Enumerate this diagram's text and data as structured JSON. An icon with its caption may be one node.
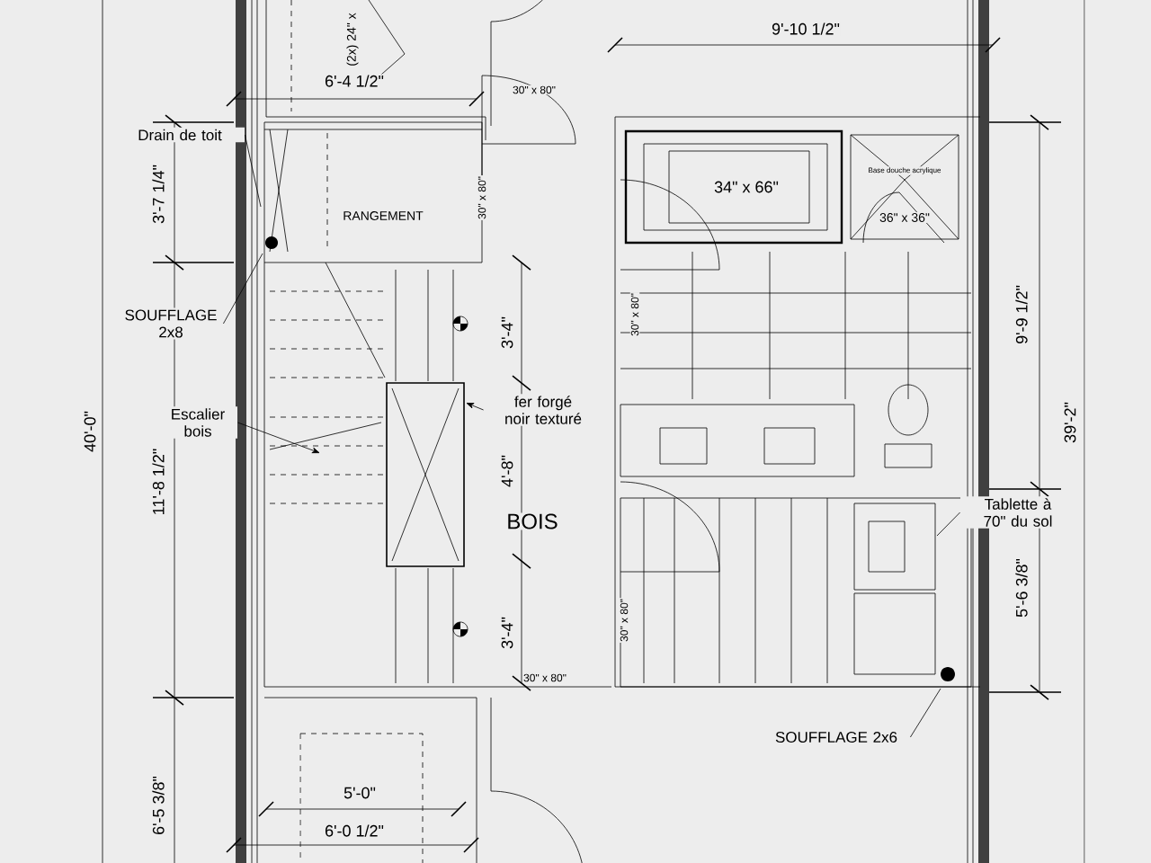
{
  "diagram": {
    "nodes": [
      {
        "text": [
          "Drain de toit"
        ]
      },
      {
        "text": [
          "SOUFFLAGE 2x8"
        ]
      },
      {
        "text": [
          "Escalier bois"
        ]
      },
      {
        "text": [
          "fer forgé noir texturé"
        ]
      },
      {
        "text": [
          "Tablette à 70\" du sol"
        ]
      },
      {
        "text": [
          "SOUFFLAGE 2x6"
        ]
      }
    ],
    "edges": [
      {
        "from": 0,
        "to": null,
        "arrow": "none"
      },
      {
        "from": 1,
        "to": null,
        "arrow": "none"
      },
      {
        "from": 2,
        "to": null,
        "arrow": "to"
      },
      {
        "from": 3,
        "to": null,
        "arrow": "to"
      },
      {
        "from": 4,
        "to": null,
        "arrow": "none"
      },
      {
        "from": 5,
        "to": null,
        "arrow": "none"
      }
    ],
    "labels": [
      "(2x) 24\" x",
      "9'-10 1/2\"",
      "6'-4 1/2\"",
      "30\" x 80\"",
      "3'-7 1/4\"",
      "RANGEMENT",
      "30\" x 80\"",
      "34\" x 66\"",
      "Base douche acrylique",
      "36\" x 36\"",
      "30\" x 80\"",
      "3'-4\"",
      "9'-9 1/2\"",
      "40'-0\"",
      "39'-2\"",
      "11'-8 1/2\"",
      "4'-8\"",
      "BOIS",
      "5'-6 3/8\"",
      "3'-4\"",
      "30\" x 80\"",
      "30\" x 80\"",
      "5'-0\"",
      "6'-0 1/2\"",
      "6'-5 3/8\""
    ]
  }
}
